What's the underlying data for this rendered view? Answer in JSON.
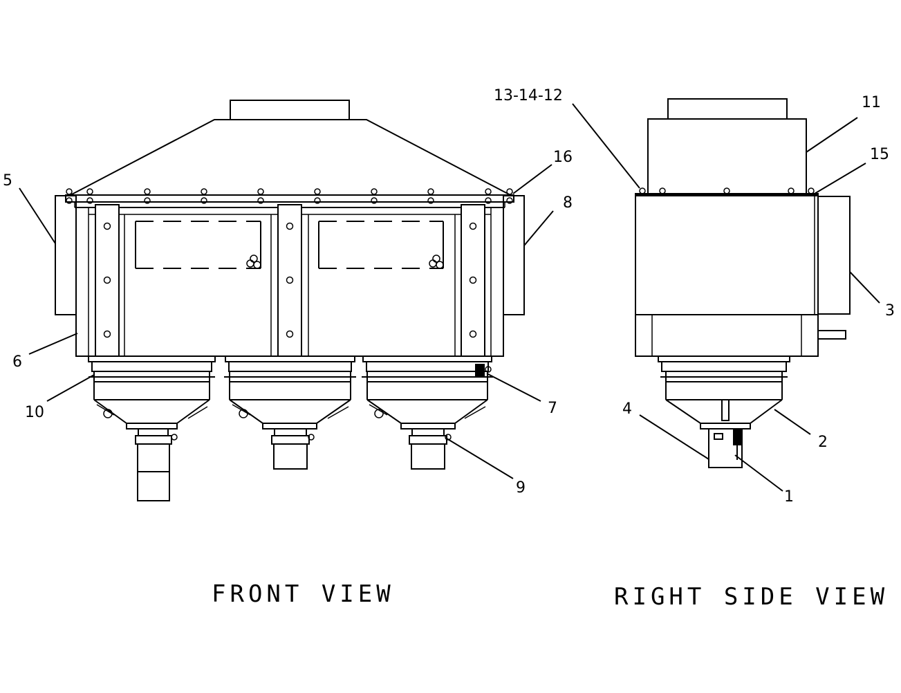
{
  "views": {
    "front_title": "FRONT VIEW",
    "side_title": "RIGHT SIDE VIEW"
  },
  "callouts": {
    "c1": "1",
    "c2": "2",
    "c3": "3",
    "c4": "4",
    "c5": "5",
    "c6": "6",
    "c7": "7",
    "c8": "8",
    "c9": "9",
    "c10": "10",
    "c11": "11",
    "c15": "15",
    "c16": "16",
    "c13_14_12": "13-14-12"
  },
  "colors": {
    "line": "#000000",
    "background": "#ffffff"
  }
}
